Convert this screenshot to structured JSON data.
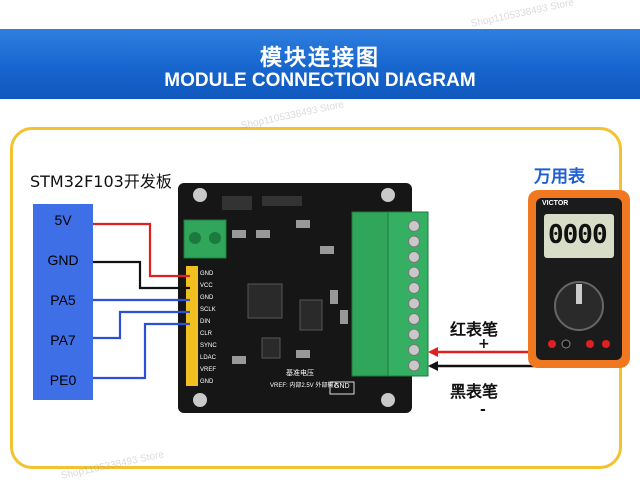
{
  "banner": {
    "title_cn": "模块连接图",
    "title_en": "MODULE CONNECTION DIAGRAM"
  },
  "mcu": {
    "label": "STM32F103开发板",
    "pins": [
      "5V",
      "GND",
      "PA5",
      "PA7",
      "PE0"
    ]
  },
  "module": {
    "header_pins": [
      "GND",
      "VCC",
      "GND",
      "SCLK",
      "DIN",
      "CLR",
      "SYNC",
      "LDAC",
      "VREF",
      "GND"
    ],
    "silkscreen": [
      "基准电压",
      "VREF: 内部2.5V",
      "外部输入",
      "GND"
    ]
  },
  "meter": {
    "label": "万用表",
    "brand": "VICTOR",
    "display": "0000"
  },
  "probes": {
    "red": "红表笔",
    "red_sign": "+",
    "black": "黑表笔",
    "black_sign": "-"
  },
  "watermark": "Shop1105338493 Store",
  "colors": {
    "banner": "#1766cf",
    "frame": "#f2c230",
    "mcu": "#3f6fe6",
    "red_wire": "#e02020",
    "black_wire": "#111111",
    "blue_wire": "#2b4fd8",
    "terminal": "#2fa65a",
    "pcb": "#161616",
    "meter_body": "#f07820"
  }
}
